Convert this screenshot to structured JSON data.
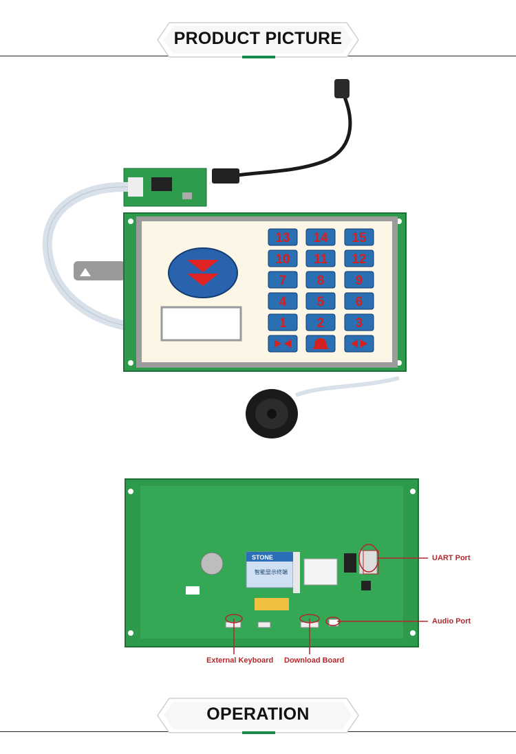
{
  "sections": {
    "top_title": "PRODUCT PICTURE",
    "bottom_title": "OPERATION"
  },
  "front_view": {
    "keypad_keys": [
      "13",
      "14",
      "15",
      "10",
      "11",
      "12",
      "7",
      "8",
      "9",
      "4",
      "5",
      "6",
      "1",
      "2",
      "3"
    ],
    "nav_keys": [
      "left-right-arrows-icon",
      "bell-icon",
      "right-left-arrows-icon"
    ]
  },
  "back_view": {
    "module_brand": "STONE",
    "module_subtitle": "智能显示终端",
    "callouts": {
      "uart": "UART Port",
      "audio": "Audio Port",
      "keyboard": "External Keyboard",
      "download": "Download Board"
    }
  },
  "colors": {
    "pcb_green": "#2e9a4c",
    "callout_red": "#b3262b",
    "key_blue": "#2b6fb3",
    "key_text_red": "#d32020"
  }
}
